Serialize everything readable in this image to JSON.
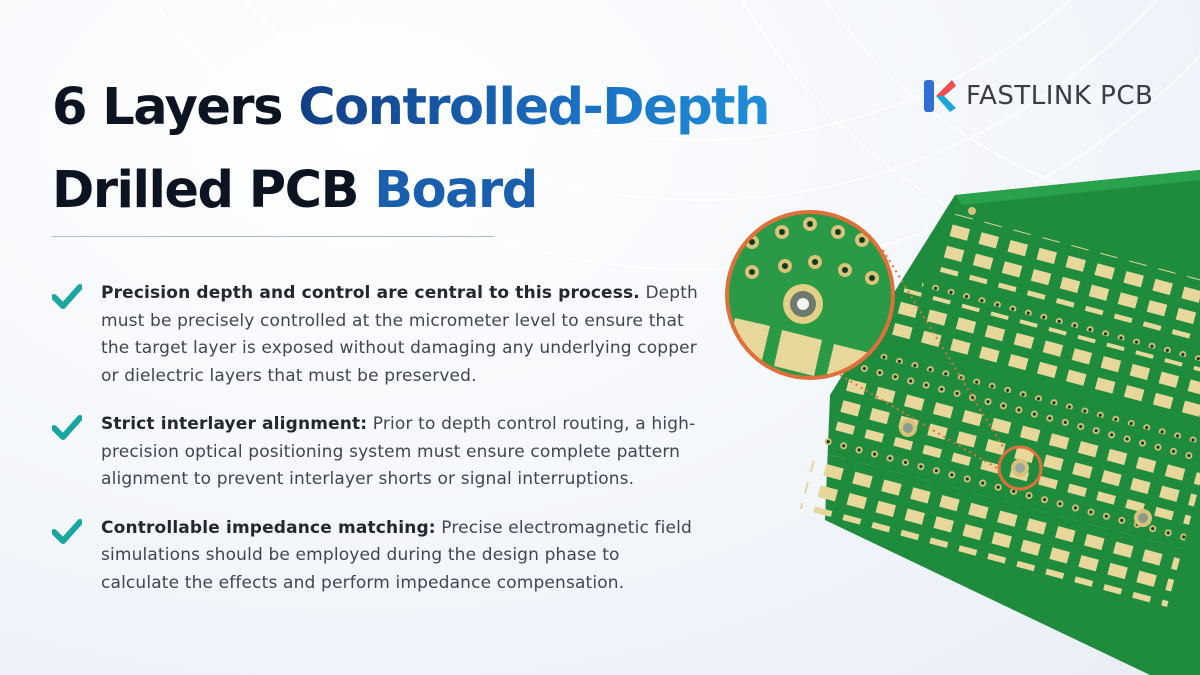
{
  "title": {
    "line1_dark": "6 Layers ",
    "line1_blue": "Controlled-Depth",
    "line2_dark": "Drilled PCB ",
    "line2_blue": "Board"
  },
  "brand": {
    "name": "FASTLINK PCB",
    "logo_icon": "fastlink-k-logo"
  },
  "bullets": [
    {
      "icon": "check-icon",
      "heading": "Precision depth and control are central to this process.",
      "body": " Depth must be precisely controlled at the micrometer level to ensure that the target layer is exposed without damaging any underlying copper or dielectric layers that must be preserved."
    },
    {
      "icon": "check-icon",
      "heading": "Strict interlayer alignment:",
      "body": " Prior to depth control routing, a high-precision optical positioning system must ensure complete pattern alignment to prevent interlayer shorts or signal interruptions."
    },
    {
      "icon": "check-icon",
      "heading": "Controllable impedance matching:",
      "body": " Precise electromagnetic field simulations should be employed during the design phase to calculate the effects and perform impedance compensation."
    }
  ],
  "colors": {
    "title_dark": "#0d1421",
    "title_blue": "#1b6fc2",
    "check_teal": "#1aa6a0",
    "pcb_green": "#1e8a3c",
    "highlight_orange": "#e0703a"
  }
}
